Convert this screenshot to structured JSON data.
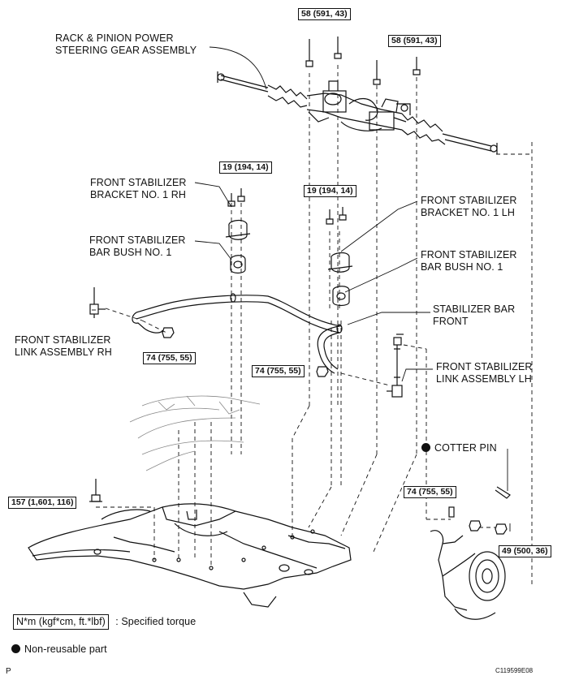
{
  "labels": {
    "rack_pinion": [
      "RACK & PINION POWER",
      "STEERING GEAR ASSEMBLY"
    ],
    "bracket_rh": [
      "FRONT STABILIZER",
      "BRACKET NO. 1 RH"
    ],
    "bush_rh": [
      "FRONT STABILIZER",
      "BAR BUSH NO. 1"
    ],
    "link_rh": [
      "FRONT STABILIZER",
      "LINK ASSEMBLY RH"
    ],
    "bracket_lh": [
      "FRONT STABILIZER",
      "BRACKET NO. 1 LH"
    ],
    "bush_lh": [
      "FRONT STABILIZER",
      "BAR BUSH NO. 1"
    ],
    "stab_bar": [
      "STABILIZER BAR",
      "FRONT"
    ],
    "link_lh": [
      "FRONT STABILIZER",
      "LINK ASSEMBLY LH"
    ],
    "cotter_pin": "COTTER PIN"
  },
  "torques": {
    "rack_left": "58 (591, 43)",
    "rack_right": "58 (591, 43)",
    "bracket_rh": "19 (194, 14)",
    "bracket_lh": "19 (194, 14)",
    "link_rh_nut": "74 (755, 55)",
    "link_lh_nut": "74 (755, 55)",
    "crossmember_bolt": "157 (1,601, 116)",
    "knuckle_nut": "74 (755, 55)",
    "castle_nut": "49 (500, 36)"
  },
  "legend": {
    "torque_box": "N*m (kgf*cm, ft.*lbf)",
    "torque_text": ": Specified torque",
    "nonreusable": "Non-reusable part"
  },
  "footer": {
    "left": "P",
    "right": "C119599E08"
  }
}
